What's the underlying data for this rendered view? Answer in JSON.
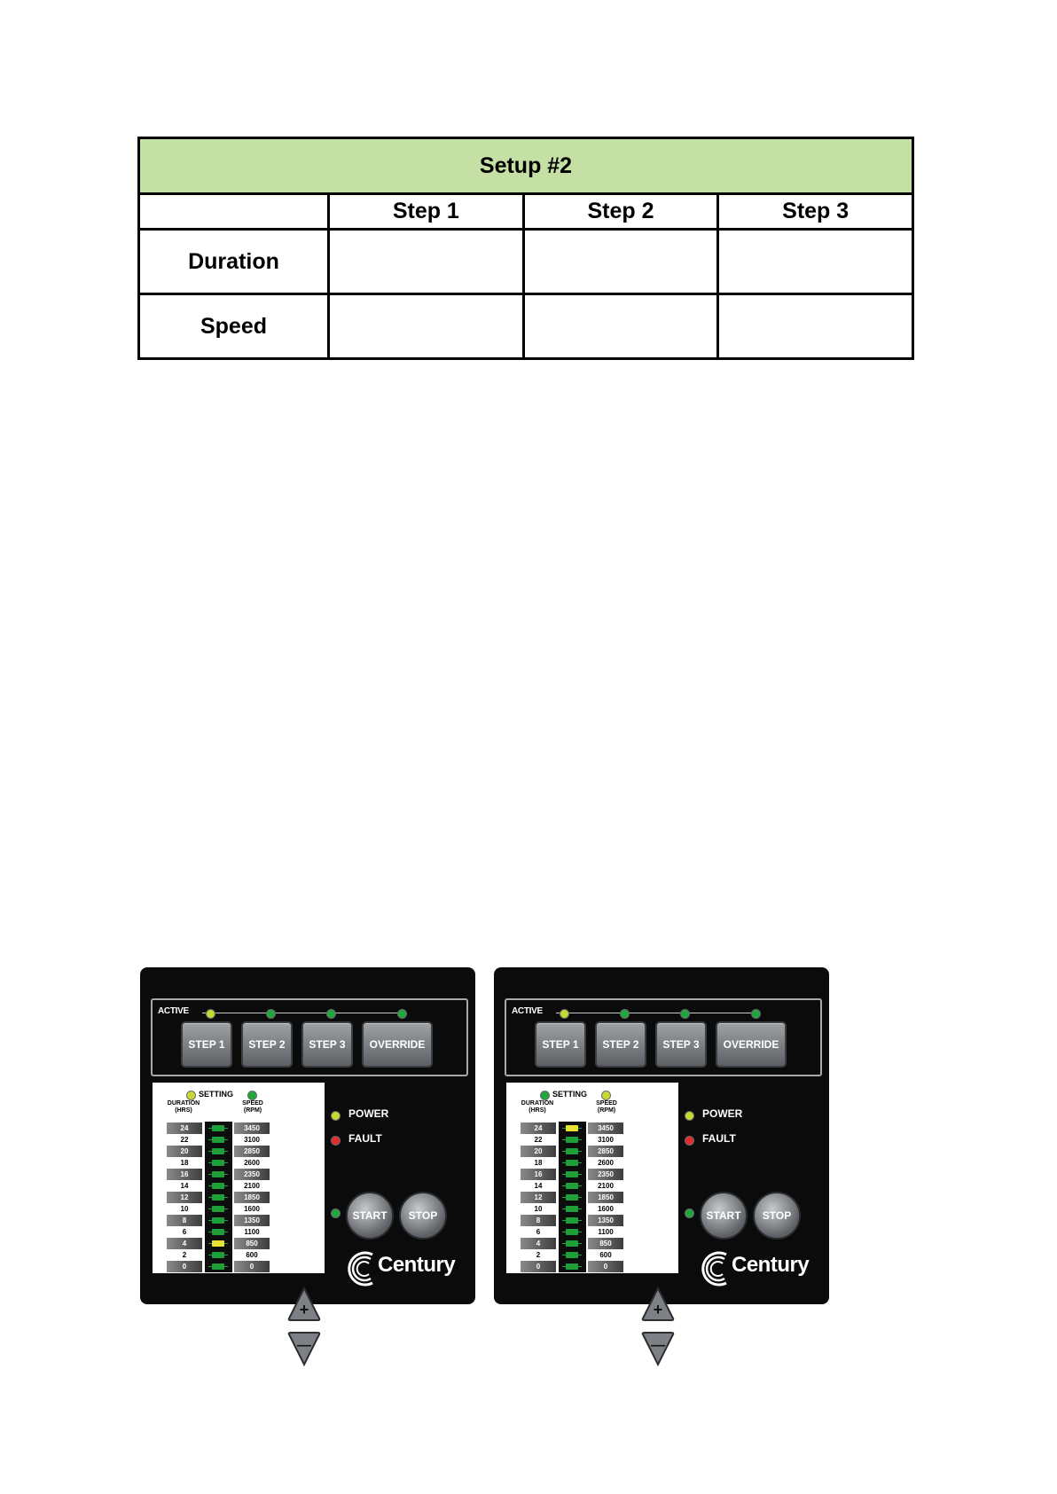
{
  "setup_table": {
    "title": "Setup #2",
    "columns": [
      "Step 1",
      "Step 2",
      "Step 3"
    ],
    "rows": [
      {
        "label": "Duration",
        "values": [
          "",
          "",
          ""
        ]
      },
      {
        "label": "Speed",
        "values": [
          "",
          "",
          ""
        ]
      }
    ]
  },
  "panels": [
    {
      "active_label": "ACTIVE",
      "active_led": "STEP 1",
      "buttons": [
        "STEP 1",
        "STEP 2",
        "STEP 3",
        "OVERRIDE"
      ],
      "setting_label": "SETTING",
      "setting_mode": "DURATION",
      "duration_header": [
        "DURATION",
        "(HRS)"
      ],
      "speed_header": [
        "SPEED",
        "(RPM)"
      ],
      "duration_scale": [
        "24",
        "22",
        "20",
        "18",
        "16",
        "14",
        "12",
        "10",
        "8",
        "6",
        "4",
        "2",
        "0"
      ],
      "speed_scale": [
        "3450",
        "3100",
        "2850",
        "2600",
        "2350",
        "2100",
        "1850",
        "1600",
        "1350",
        "1100",
        "850",
        "600",
        "0"
      ],
      "lit_level": "4",
      "power_label": "POWER",
      "fault_label": "FAULT",
      "start_label": "START",
      "stop_label": "STOP",
      "plus_label": "+",
      "minus_label": "—",
      "brand": "Century"
    },
    {
      "active_label": "ACTIVE",
      "active_led": "STEP 1",
      "buttons": [
        "STEP 1",
        "STEP 2",
        "STEP 3",
        "OVERRIDE"
      ],
      "setting_label": "SETTING",
      "setting_mode": "SPEED",
      "duration_header": [
        "DURATION",
        "(HRS)"
      ],
      "speed_header": [
        "SPEED",
        "(RPM)"
      ],
      "duration_scale": [
        "24",
        "22",
        "20",
        "18",
        "16",
        "14",
        "12",
        "10",
        "8",
        "6",
        "4",
        "2",
        "0"
      ],
      "speed_scale": [
        "3450",
        "3100",
        "2850",
        "2600",
        "2350",
        "2100",
        "1850",
        "1600",
        "1350",
        "1100",
        "850",
        "600",
        "0"
      ],
      "lit_level": "3450",
      "power_label": "POWER",
      "fault_label": "FAULT",
      "start_label": "START",
      "stop_label": "STOP",
      "plus_label": "+",
      "minus_label": "—",
      "brand": "Century"
    }
  ],
  "colors": {
    "table_header_bg": "#c5e0a5",
    "panel_bg": "#0b0b0b",
    "led_green": "#21a83c",
    "led_yellow": "#c6d832",
    "led_red": "#e52a2a"
  }
}
